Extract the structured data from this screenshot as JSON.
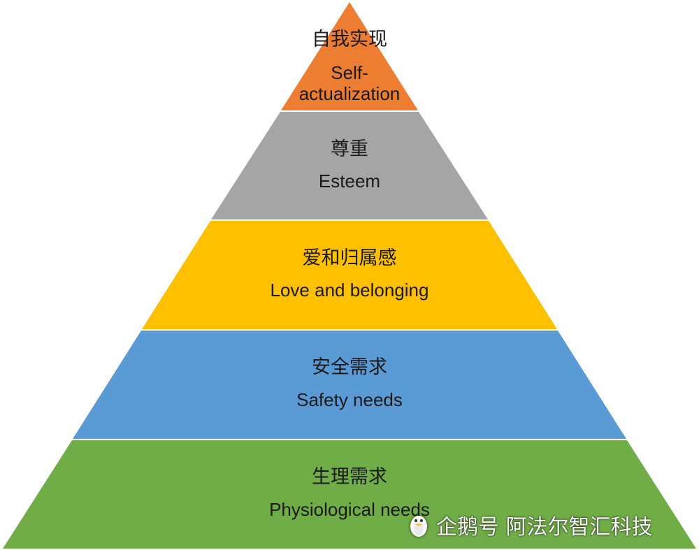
{
  "tiers": [
    {
      "zh": "自我实现",
      "en": [
        "Self-",
        "actualization"
      ],
      "color": "#ED7D31"
    },
    {
      "zh": "尊重",
      "en": [
        "Esteem"
      ],
      "color": "#A5A5A5"
    },
    {
      "zh": "爱和归属感",
      "en": [
        "Love and belonging"
      ],
      "color": "#FFC000"
    },
    {
      "zh": "安全需求",
      "en": [
        "Safety needs"
      ],
      "color": "#5B9BD5"
    },
    {
      "zh": "生理需求",
      "en": [
        "Physiological needs"
      ],
      "color": "#70AD47"
    }
  ],
  "watermark": {
    "text": "企鹅号 阿法尔智汇科技",
    "icon": "penguin-icon"
  }
}
